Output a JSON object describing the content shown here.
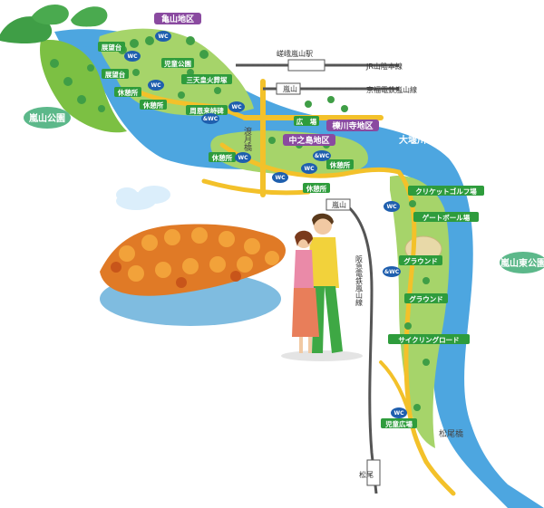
{
  "districts": {
    "kameyama": "亀山地区",
    "arashiyama_park": "嵐山公園",
    "nakanoshima": "中之島地区",
    "matsuo_dera": "櫟川寺地区",
    "arashiyama_east_park": "嵐山東公園"
  },
  "river": {
    "name": "大堰川"
  },
  "bridges": {
    "togetsukyo": "渡月橋",
    "matsuobashi": "松尾橋"
  },
  "stations": {
    "saga_arashiyama": "嵯峨嵐山駅",
    "jr_line": "JR山陰本線",
    "keifuku_arashiyama": "嵐山",
    "keifuku_line": "京福電鉄嵐山線",
    "hankyu_arashiyama": "嵐山",
    "hankyu_line": "阪急電鉄嵐山線",
    "matsuo": "松尾"
  },
  "facilities": {
    "observatory_1": "展望台",
    "observatory_2": "展望台",
    "playground": "児童公園",
    "rest_1": "休憩所",
    "rest_2": "休憩所",
    "rest_3": "休憩所",
    "rest_4": "休憩所",
    "rest_5": "休憩所",
    "sanjudo": "三天皇火葬塚",
    "poem_monument": "周恩来詩碑",
    "hiroba": "広　場",
    "croquet": "クリケットゴルフ場",
    "gateball": "ゲートボール場",
    "ground_1": "グラウンド",
    "ground_2": "グラウンド",
    "cycling": "サイクリングロード",
    "kids_plaza": "児童広場"
  },
  "toilets": {
    "wc": "WC",
    "accessible_wc": "&WC"
  },
  "colors": {
    "river": "#4da6e0",
    "green_area": "#7cc043",
    "label_green": "#2e9c3c",
    "label_purple": "#8a4aa0",
    "park_badge": "#5cb88a",
    "road": "#f3c12a",
    "railway": "#666666",
    "wc_badge": "#1f5fae"
  }
}
